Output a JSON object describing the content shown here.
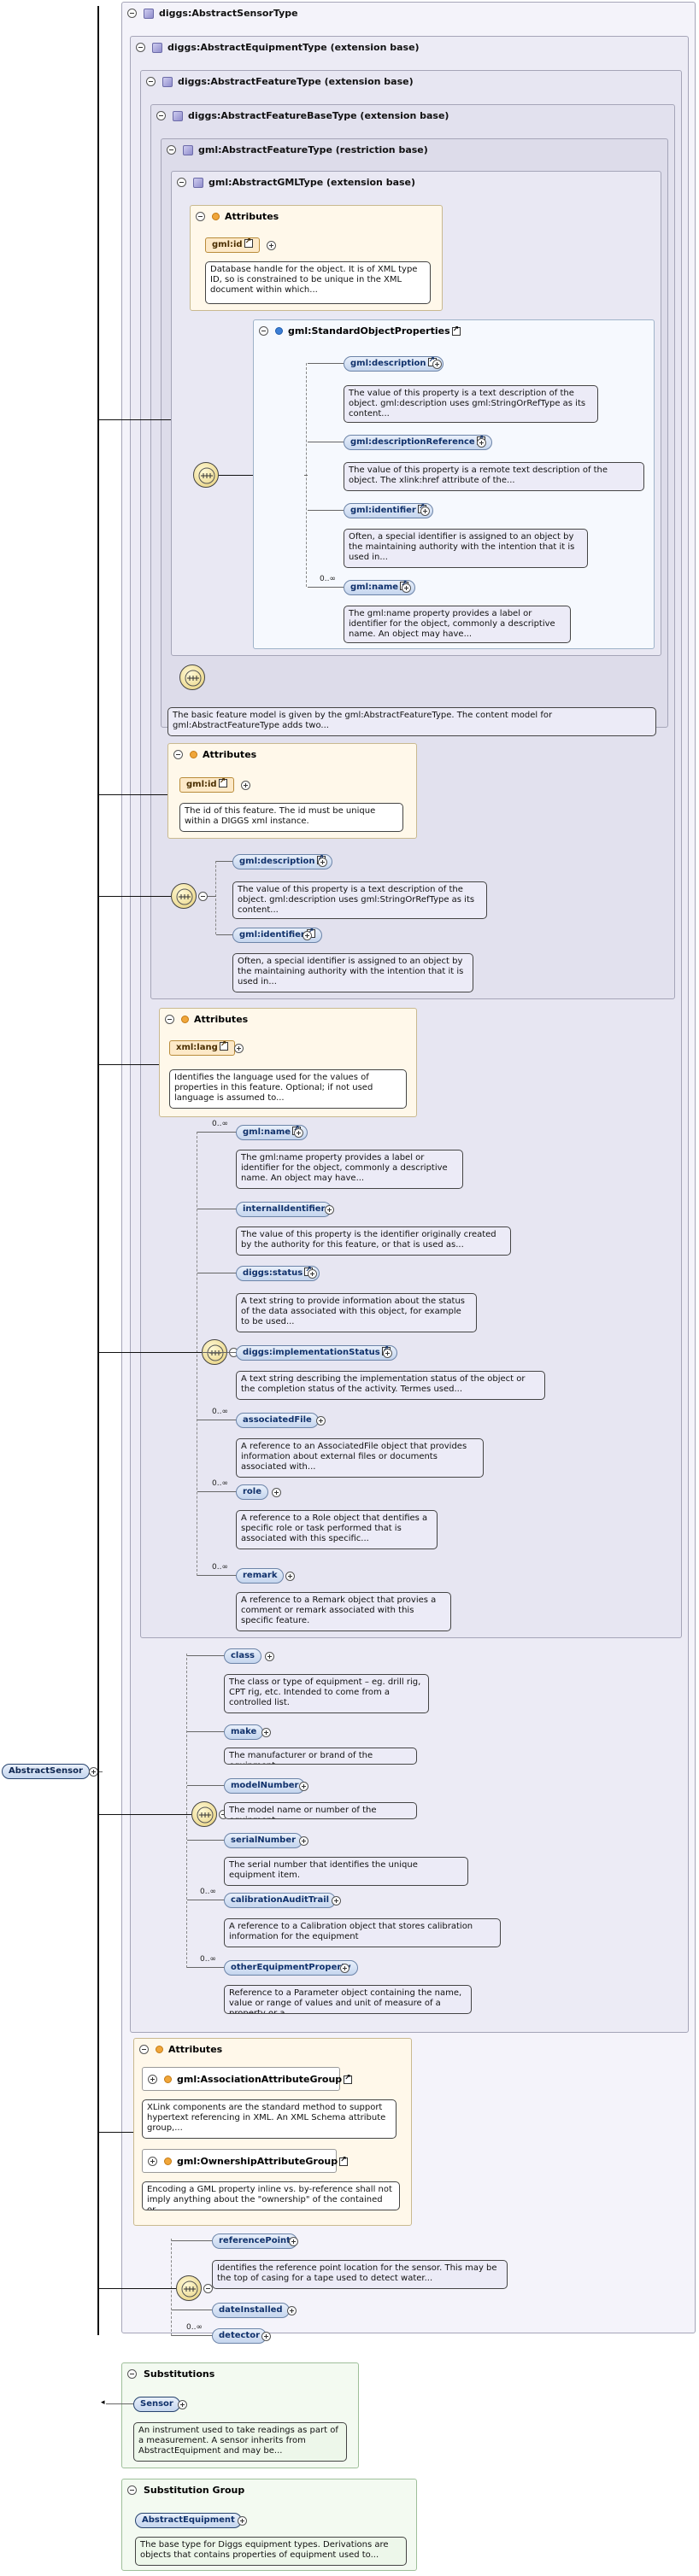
{
  "root": {
    "name": "AbstractSensor"
  },
  "base": {
    "abstract_sensor_type": "diggs:AbstractSensorType",
    "abstract_equipment_type": "diggs:AbstractEquipmentType (extension base)",
    "abstract_feature_type": "diggs:AbstractFeatureType (extension base)",
    "abstract_feature_base_type": "diggs:AbstractFeatureBaseType (extension base)",
    "gml_abstract_feature_type": "gml:AbstractFeatureType (restriction base)",
    "gml_abstract_gml_type": "gml:AbstractGMLType (extension base)"
  },
  "gml_attrs": {
    "title": "Attributes",
    "id_name": "gml:id",
    "id_doc": "Database handle for the object. It is of XML type ID, so is constrained to be unique in the XML document within which..."
  },
  "std_props": {
    "title": "gml:StandardObjectProperties",
    "items": [
      {
        "name": "gml:description",
        "doc": "The value of this property is a text description of the object. gml:description uses gml:StringOrRefType as its content...",
        "card": ""
      },
      {
        "name": "gml:descriptionReference",
        "doc": "The value of this property is a remote text description of the object. The xlink:href attribute of the...",
        "card": ""
      },
      {
        "name": "gml:identifier",
        "doc": "Often, a special identifier is assigned to an object by the maintaining authority with the intention that it is used in...",
        "card": ""
      },
      {
        "name": "gml:name",
        "doc": "The gml:name property provides a label or identifier for the object, commonly a descriptive name. An object may have...",
        "card": "0..∞"
      }
    ]
  },
  "feature_doc": "The basic feature model is given by the gml:AbstractFeatureType. The content model for gml:AbstractFeatureType adds two...",
  "base_attrs": {
    "title": "Attributes",
    "id_name": "gml:id",
    "id_doc": "The id of this feature. The id must be unique within a DIGGS xml instance."
  },
  "base_seq": [
    {
      "name": "gml:description",
      "doc": "The value of this property is a text description of the object. gml:description uses gml:StringOrRefType as its content..."
    },
    {
      "name": "gml:identifier",
      "doc": "Often, a special identifier is assigned to an object by the maintaining authority with the intention that it is used in..."
    }
  ],
  "lang_attrs": {
    "title": "Attributes",
    "name": "xml:lang",
    "doc": "Identifies the language used for the values of properties in this feature. Optional; if not used language is assumed to..."
  },
  "feature_seq": [
    {
      "name": "gml:name",
      "card": "0..∞",
      "doc": "The gml:name property provides a label or identifier for the object, commonly a descriptive name. An object may have..."
    },
    {
      "name": "internalIdentifier",
      "card": "",
      "doc": "The value of this property is the identifier originally created by the authority for this feature, or that is used as..."
    },
    {
      "name": "diggs:status",
      "card": "",
      "doc": "A text string to provide information about the status of the data associated with this object, for example to be used..."
    },
    {
      "name": "diggs:implementationStatus",
      "card": "",
      "doc": "A text string describing the implementation status of the object or the completion status of the activity. Termes used..."
    },
    {
      "name": "associatedFile",
      "card": "0..∞",
      "doc": "A reference to an AssociatedFile object that provides information about external files or documents associated with..."
    },
    {
      "name": "role",
      "card": "0..∞",
      "doc": "A reference to a Role object that dentifies a specific role or task performed that is associated with this specific..."
    },
    {
      "name": "remark",
      "card": "0..∞",
      "doc": "A reference to a Remark object that provies a comment or remark associated with this specific feature."
    }
  ],
  "equip_seq": [
    {
      "name": "class",
      "card": "",
      "doc": "The class or type of equipment – eg. drill rig, CPT rig, etc. Intended to come from a controlled list."
    },
    {
      "name": "make",
      "card": "",
      "doc": "The manufacturer or brand of the equipment"
    },
    {
      "name": "modelNumber",
      "card": "",
      "doc": "The model name or number of the equipment"
    },
    {
      "name": "serialNumber",
      "card": "",
      "doc": "The serial number that identifies the unique equipment item."
    },
    {
      "name": "calibrationAuditTrail",
      "card": "0..∞",
      "doc": "A reference to a Calibration object that stores calibration information for the equipment"
    },
    {
      "name": "otherEquipmentProperty",
      "card": "0..∞",
      "doc": "Reference to a Parameter object containing the name, value or range of values and unit of measure of a property or a..."
    }
  ],
  "equip_attrs": {
    "title": "Attributes",
    "groups": [
      {
        "name": "gml:AssociationAttributeGroup",
        "doc": "XLink components are the standard method to support hypertext referencing in XML. An XML Schema attribute group,..."
      },
      {
        "name": "gml:OwnershipAttributeGroup",
        "doc": "Encoding a GML property inline vs. by-reference shall not imply anything about the \"ownership\" of the contained or..."
      }
    ]
  },
  "sensor_seq": [
    {
      "name": "referencePoint",
      "card": "",
      "doc": "Identifies the reference point location for the sensor. This may be the top of casing for a tape used to detect water..."
    },
    {
      "name": "dateInstalled",
      "card": "",
      "doc": ""
    },
    {
      "name": "detector",
      "card": "0..∞",
      "doc": ""
    }
  ],
  "substitutions": {
    "title": "Substitutions",
    "name": "Sensor",
    "doc": "An instrument used to take readings as part of a measurement. A sensor inherits from AbstractEquipment and may be..."
  },
  "substitution_group": {
    "title": "Substitution Group",
    "name": "AbstractEquipment",
    "doc": "The base type for Diggs equipment types. Derivations are objects that contains properties of equipment used to..."
  }
}
